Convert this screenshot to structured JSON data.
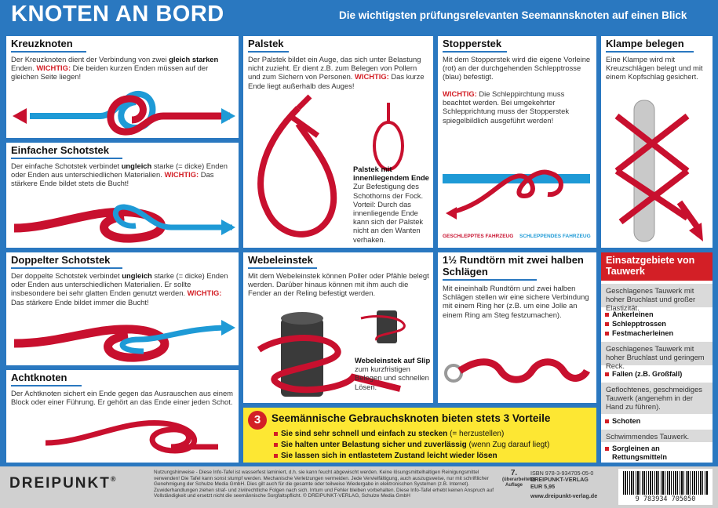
{
  "header": {
    "title": "KNOTEN AN BORD",
    "subtitle": "Die wichtigsten prüfungsrelevanten Seemannsknoten auf einen Blick"
  },
  "kreuzknoten": {
    "title": "Kreuzknoten",
    "text1": "Der Kreuzknoten dient der Verbindung von zwei ",
    "bold": "gleich starken",
    "text2": " Enden. ",
    "warn": "WICHTIG:",
    "text3": " Die beiden kurzen Enden müssen auf der gleichen Seite liegen!"
  },
  "schotstek": {
    "title": "Einfacher Schotstek",
    "text1": "Der einfache Schotstek verbindet ",
    "bold": "ungleich",
    "text2": " starke (= dicke) Enden oder Enden aus unterschiedlichen Materialien. ",
    "warn": "WICHTIG:",
    "text3": " Das stärkere Ende bildet stets die Bucht!"
  },
  "doppelter": {
    "title": "Doppelter Schotstek",
    "text1": "Der doppelte Schotstek verbindet ",
    "bold": "ungleich",
    "text2": " starke (= dicke) Enden oder Enden aus unterschiedlichen Materialien. Er sollte insbesondere bei sehr glatten Enden genutzt werden. ",
    "warn": "WICHTIG:",
    "text3": " Das stärkere Ende bildet immer die Bucht!"
  },
  "achtknoten": {
    "title": "Achtknoten",
    "text": "Der Achtknoten sichert ein Ende gegen das Ausrauschen aus einem Block oder einer Führung. Er gehört an das Ende einer jeden Schot."
  },
  "palstek": {
    "title": "Palstek",
    "text1": "Der Palstek bildet ein Auge, das sich unter Belastung nicht zuzieht. Er dient z.B. zum Belegen von Pollern und zum Sichern von Personen. ",
    "warn": "WICHTIG:",
    "text2": " Das kurze Ende liegt außerhalb des Auges!",
    "caption_bold": "Palstek mit innenliegendem Ende",
    "caption": "Zur Befestigung des Schothorns der Fock. Vorteil: Durch das innenliegende Ende kann sich der Palstek nicht an den Wanten verhaken."
  },
  "stopperstek": {
    "title": "Stopperstek",
    "text1": "Mit dem Stopperstek wird die eigene Vorleine (rot) an der durchgehenden Schlepptrosse (blau) befestigt.",
    "warn": "WICHTIG:",
    "text2": " Die Schleppirchtung muss beachtet werden. Bei umgekehrter Schlepprichtung muss der Stopperstek spiegelbildlich ausgeführt werden!",
    "label_left": "GESCHLEPPTES FAHRZEUG",
    "label_right": "SCHLEPPENDES FAHRZEUG"
  },
  "klampe": {
    "title": "Klampe belegen",
    "text": "Eine Klampe wird mit Kreuzschlägen belegt und mit einem Kopfschlag gesichert."
  },
  "webeleinstek": {
    "title": "Webeleinstek",
    "text": "Mit dem Webeleinstek können Poller oder Pfähle belegt werden. Darüber hinaus können mit ihm auch die Fender an der Reling befestigt werden.",
    "caption_bold": "Webeleinstek auf Slip",
    "caption": "zum kurzfristigen Belegen und schnellen Lösen."
  },
  "rundtoern": {
    "title_num": "1½",
    "title": "Rundtörn mit zwei halben Schlägen",
    "text": "Mit eineinhalb Rundtörn und zwei halben Schlägen stellen wir eine sichere Verbindung mit einem Ring her (z.B. um eine Jolle an einem Ring am Steg festzumachen)."
  },
  "einsatz": {
    "title": "Einsatzgebiete von Tauwerk",
    "g1": "Geschlagenes Tauwerk mit hoher Bruchlast und großer Elastizität.",
    "g1_items": [
      "Ankerleinen",
      "Schlepptrossen",
      "Festmacherleinen"
    ],
    "g2": "Geschlagenes Tauwerk mit hoher Bruchlast und geringem Reck.",
    "g2_items": [
      "Fallen (z.B. Großfall)"
    ],
    "g3": "Geflochtenes, geschmeidiges Tauwerk (angenehm in der Hand zu führen).",
    "g3_items": [
      "Schoten"
    ],
    "g4": "Schwimmendes Tauwerk.",
    "g4_items": [
      "Sorgleinen an Rettungsmitteln"
    ]
  },
  "vorteile": {
    "number": "3",
    "title": "Seemännische Gebrauchsknoten bieten stets 3 Vorteile",
    "items": [
      {
        "bold": "Sie sind sehr schnell und einfach zu stecken",
        "rest": " (= herzustellen)"
      },
      {
        "bold": "Sie halten unter Belastung sicher und zuverlässig",
        "rest": " (wenn Zug darauf liegt)"
      },
      {
        "bold": "Sie lassen sich in entlastetem Zustand leicht wieder lösen",
        "rest": ""
      }
    ]
  },
  "footer": {
    "logo": "DREIPUNKT",
    "reg": "®",
    "notes": "Nutzungshinweise - Diese Info-Tafel ist wasserfest laminiert, d.h. sie kann feucht abgewischt werden. Keine lösungsmittelhaltigen Reinigungsmittel verwenden! Die Tafel kann sonst stumpf werden. Mechanische Verletzungen vermeiden. Jede Vervielfältigung, auch auszugsweise, nur mit schriftlicher Genehmigung der Schulze Media GmbH. Dies gilt auch für die gesamte oder teilweise Wiedergabe in elektronischen Systemen (z.B. Internet). Zuwiderhandlungen ziehen straf- und zivilrechtliche Folgen nach sich. Irrtum und Fehler bleiben vorbehalten. Diese Info-Tafel erhebt keinen Anspruch auf Vollständigkeit und ersetzt nicht die seemännische Sorgfaltspflicht. © DREIPUNKT-VERLAG, Schulze Media GmbH",
    "edition_num": "7.",
    "edition": "(überarbeitete) Auflage",
    "isbn": "ISBN 978-3-934705-05-0",
    "publisher": "DREIPUNKT-VERLAG",
    "price": "EUR 5,95",
    "url": "www.dreipunkt-verlag.de",
    "barcode": "9 783934 705050"
  },
  "colors": {
    "blue": "#2a78c0",
    "red": "#d31f26",
    "rope_red": "#c8102e",
    "rope_blue": "#1e9ad6"
  }
}
